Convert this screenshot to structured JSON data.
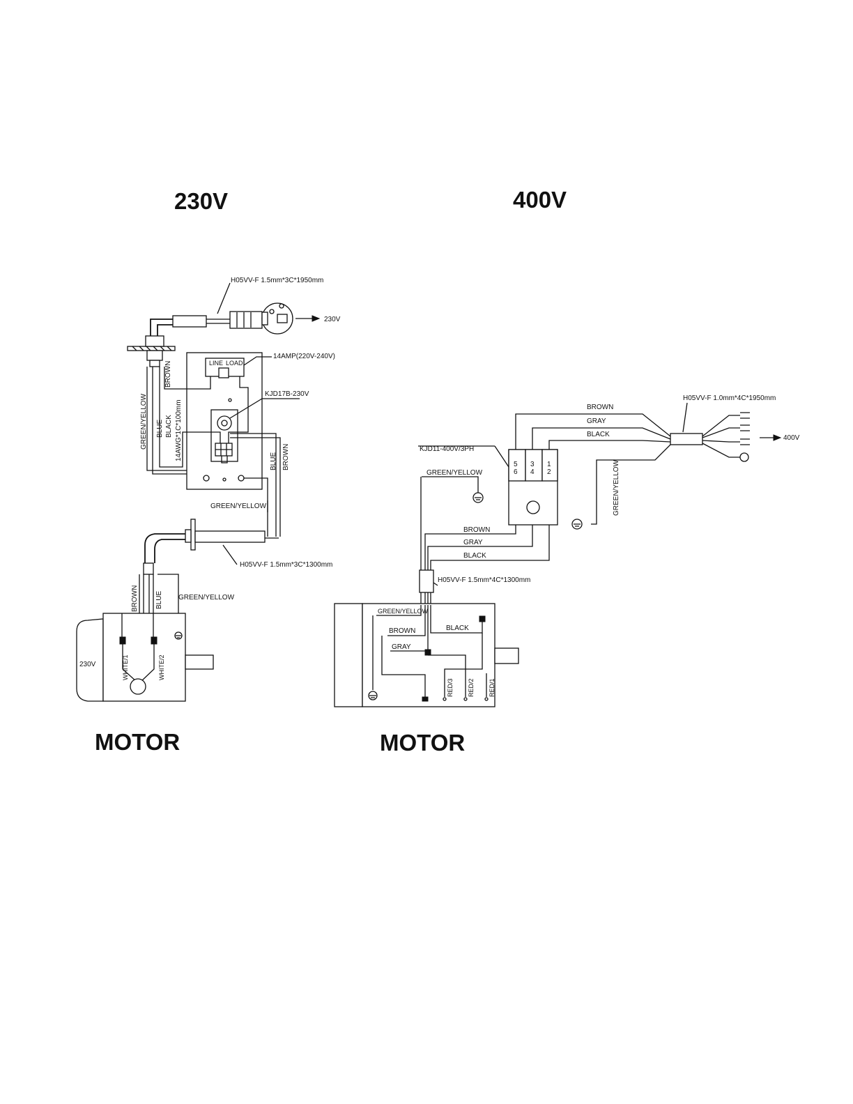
{
  "headings": {
    "left_title": "230V",
    "right_title": "400V",
    "left_motor": "MOTOR",
    "right_motor": "MOTOR"
  },
  "left": {
    "supply_cord": "H05VV-F  1.5mm*3C*1950mm",
    "supply_voltage": "230V",
    "breaker": "14AMP(220V-240V)",
    "breaker_line": "LINE",
    "breaker_load": "LOAD",
    "switch": "KJD17B-230V",
    "wire_brown": "BROWN",
    "wire_blue": "BLUE",
    "wire_black": "BLACK",
    "wire_internal": "14AWG*1C*100mm",
    "wire_green_yellow": "GREEN/YELLOW",
    "motor_cord": "H05VV-F  1.5mm*3C*1300mm",
    "motor_voltage": "230V",
    "motor_white1": "WHITE/1",
    "motor_white2": "WHITE/2"
  },
  "right": {
    "supply_cord": "H05VV-F  1.0mm*4C*1950mm",
    "supply_voltage": "400V",
    "switch": "KJD11-400V/3PH",
    "wire_brown": "BROWN",
    "wire_gray": "GRAY",
    "wire_black": "BLACK",
    "wire_green_yellow": "GREEN/YELLOW",
    "terminals": [
      "5",
      "6",
      "3",
      "4",
      "1",
      "2"
    ],
    "motor_cord": "H05VV-F  1.5mm*4C*1300mm",
    "motor_red3": "RED/3",
    "motor_red2": "RED/2",
    "motor_red1": "RED/1"
  }
}
